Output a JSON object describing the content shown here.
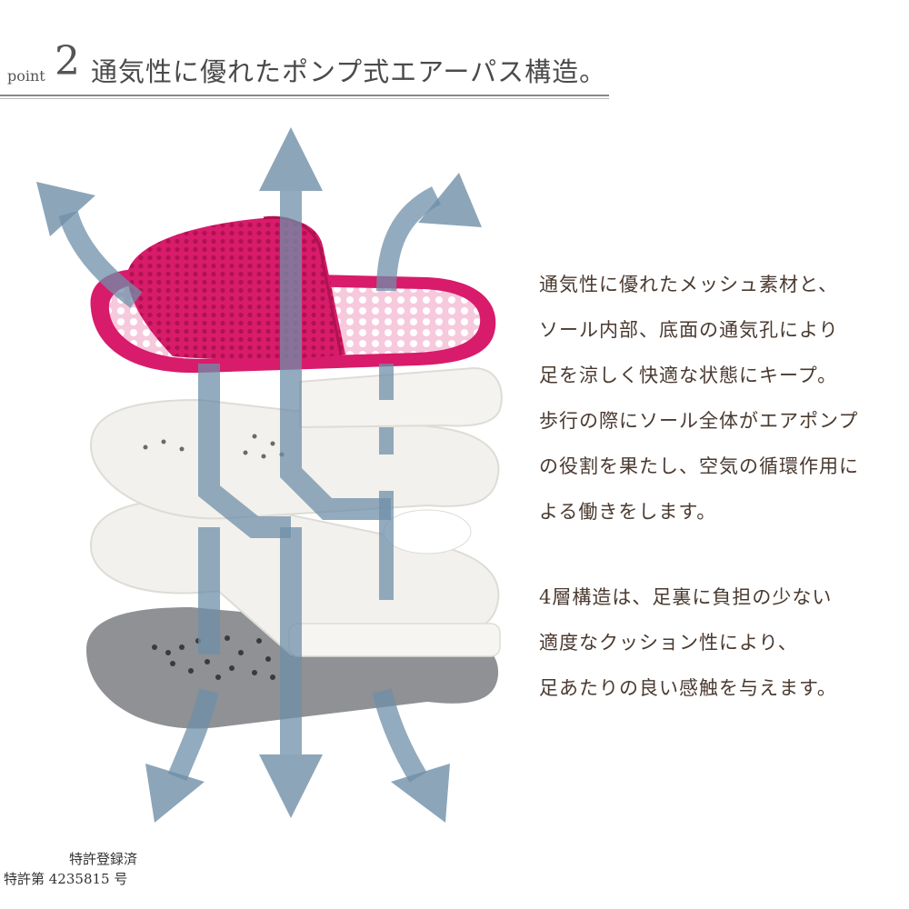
{
  "header": {
    "point_label": "point",
    "point_number": "2",
    "title": "通気性に優れたポンプ式エアーパス構造。"
  },
  "description": {
    "paragraph1": [
      "通気性に優れたメッシュ素材と、",
      "ソール内部、底面の通気孔により",
      "足を涼しく快適な状態にキープ。",
      "歩行の際にソール全体がエアポンプ",
      "の役割を果たし、空気の循環作用に",
      "よる働きをします。"
    ],
    "paragraph2": [
      "4層構造は、足裏に負担の少ない",
      "適度なクッション性により、",
      "足あたりの良い感触を与えます。"
    ]
  },
  "patent": {
    "line1": "特許登録済",
    "line2": "特許第 4235815 号"
  },
  "colors": {
    "slipper": "#d81b6b",
    "arrow": "#6f8fa8",
    "insole": "#efeeea",
    "bottom_sole": "#8f9194"
  }
}
